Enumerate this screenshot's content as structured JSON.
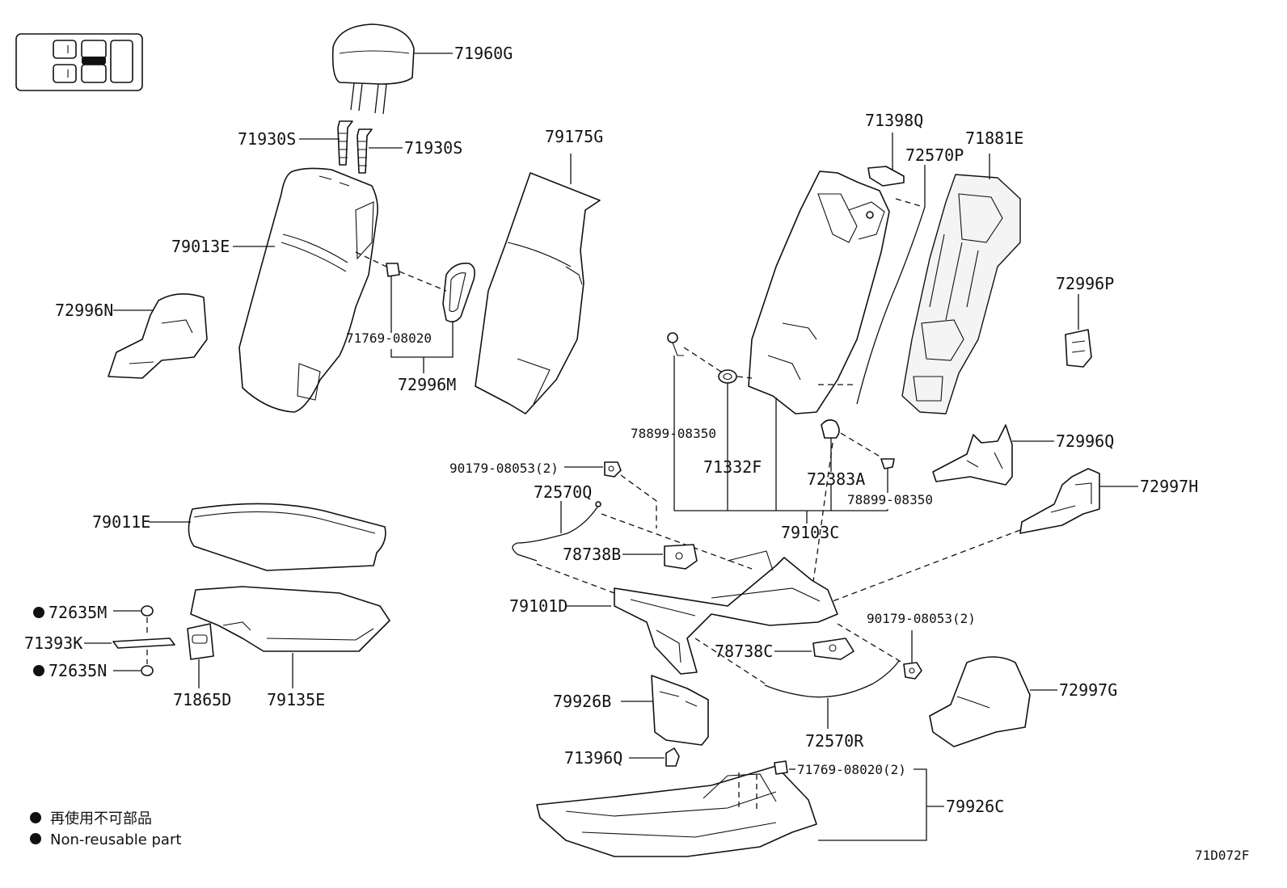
{
  "labels": {
    "p71960G": "71960G",
    "p71930S_a": "71930S",
    "p71930S_b": "71930S",
    "p79013E": "79013E",
    "p72996N": "72996N",
    "p71769_08020": "71769-08020",
    "p72996M": "72996M",
    "p79175G": "79175G",
    "p71398Q": "71398Q",
    "p72570P": "72570P",
    "p71881E": "71881E",
    "p72996P": "72996P",
    "p78899_08350_a": "78899-08350",
    "p71332F": "71332F",
    "p72383A": "72383A",
    "p78899_08350_b": "78899-08350",
    "p72996Q": "72996Q",
    "p72997H": "72997H",
    "p90179_08053_a": "90179-08053(2)",
    "p72570Q": "72570Q",
    "p79103C": "79103C",
    "p79011E": "79011E",
    "p78738B": "78738B",
    "p79101D": "79101D",
    "p90179_08053_b": "90179-08053(2)",
    "p72635M": "72635M",
    "p71393K": "71393K",
    "p72635N": "72635N",
    "p78738C": "78738C",
    "p72997G": "72997G",
    "p71865D": "71865D",
    "p79135E": "79135E",
    "p79926B": "79926B",
    "p72570R": "72570R",
    "p71396Q": "71396Q",
    "p71769_08020_2": "71769-08020(2)",
    "p79926C": "79926C"
  },
  "legend": {
    "jp": "再使用不可部品",
    "en": "Non-reusable part"
  },
  "diagram_code": "71D072F"
}
